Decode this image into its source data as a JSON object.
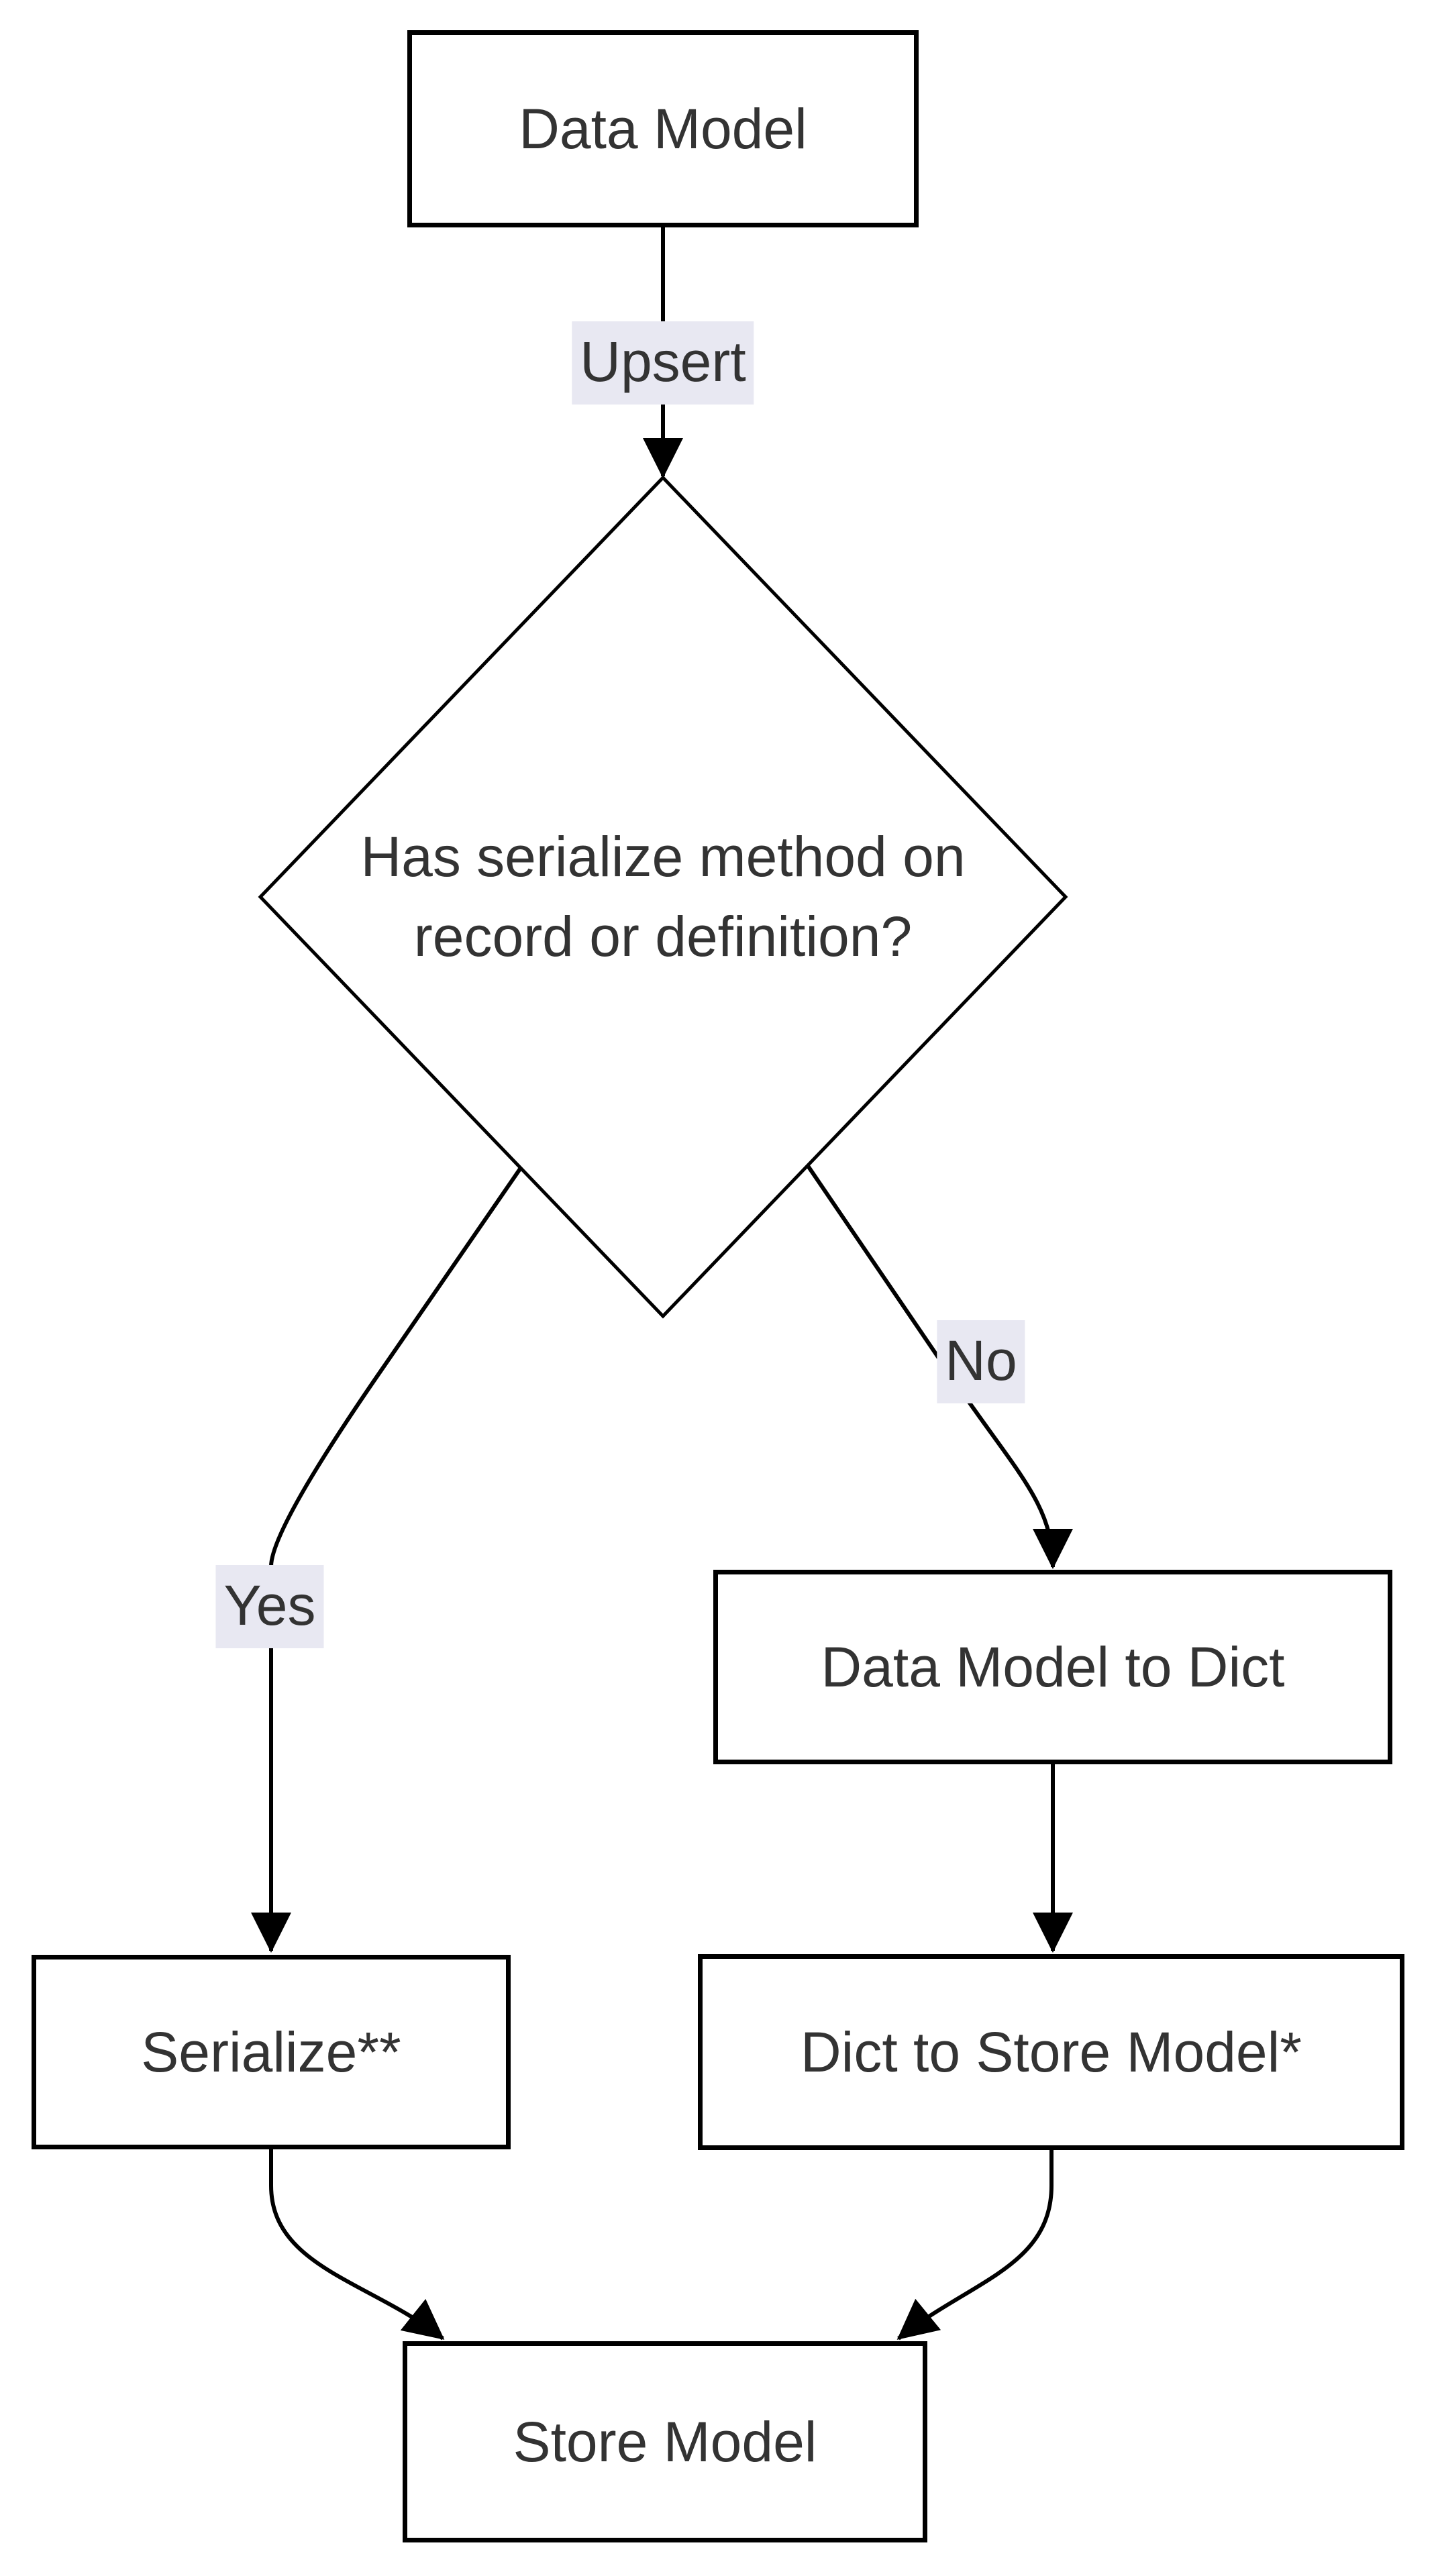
{
  "diagram": {
    "type": "flowchart",
    "direction": "top-down",
    "background": "#ffffff",
    "colors": {
      "node_fill": "#ffffff",
      "node_border": "#000000",
      "node_text": "#333333",
      "edge_line": "#000000",
      "edge_label_bg": "#e8e8f2",
      "edge_label_text": "#333333"
    },
    "nodes": [
      {
        "id": "data-model",
        "shape": "rectangle",
        "label": "Data Model"
      },
      {
        "id": "decision",
        "shape": "diamond",
        "label_lines": [
          "Has serialize method on",
          "record or definition?"
        ]
      },
      {
        "id": "data-model-to-dict",
        "shape": "rectangle",
        "label": "Data Model to Dict"
      },
      {
        "id": "serialize",
        "shape": "rectangle",
        "label": "Serialize**"
      },
      {
        "id": "dict-to-store-model",
        "shape": "rectangle",
        "label": "Dict to Store Model*"
      },
      {
        "id": "store-model",
        "shape": "rectangle",
        "label": "Store Model"
      }
    ],
    "edges": [
      {
        "from": "data-model",
        "to": "decision",
        "label": "Upsert"
      },
      {
        "from": "decision",
        "to": "serialize",
        "label": "Yes"
      },
      {
        "from": "decision",
        "to": "data-model-to-dict",
        "label": "No"
      },
      {
        "from": "data-model-to-dict",
        "to": "dict-to-store-model",
        "label": ""
      },
      {
        "from": "serialize",
        "to": "store-model",
        "label": ""
      },
      {
        "from": "dict-to-store-model",
        "to": "store-model",
        "label": ""
      }
    ]
  }
}
